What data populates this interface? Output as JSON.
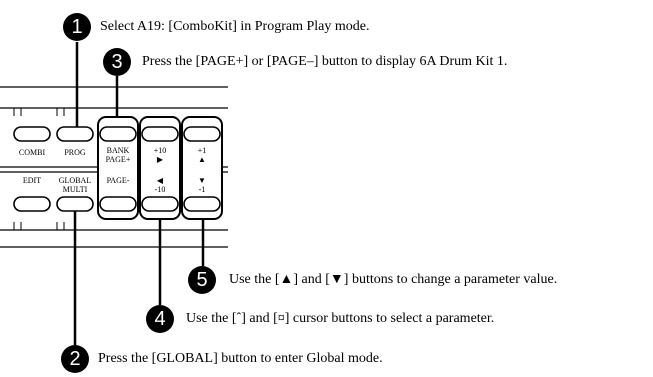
{
  "steps": [
    {
      "number": "1",
      "text": "Select A19: [ComboKit] in Program Play mode."
    },
    {
      "number": "2",
      "text": "Press the [GLOBAL] button to enter Global mode."
    },
    {
      "number": "3",
      "text": "Press the [PAGE+] or [PAGE–] button to display 6A Drum Kit 1."
    },
    {
      "number": "4",
      "text": "Use the [ˆ] and [¤] cursor buttons to select a parameter."
    },
    {
      "number": "5",
      "text": "Use the [▲] and [▼] buttons to change a parameter value."
    }
  ],
  "panel": {
    "top_labels": {
      "combi": "COMBI",
      "prog": "PROG",
      "bank_line1": "BANK",
      "bank_line2": "PAGE+",
      "plus10": "+10",
      "plus10_arrow": "▶",
      "plus1": "+1",
      "plus1_arrow": "▲"
    },
    "bottom_labels": {
      "edit": "EDIT",
      "global_line1": "GLOBAL",
      "global_line2": "MULTI",
      "page_minus": "PAGE-",
      "minus10_arrow": "◀",
      "minus10": "-10",
      "minus1_arrow": "▼",
      "minus1": "-1"
    }
  }
}
